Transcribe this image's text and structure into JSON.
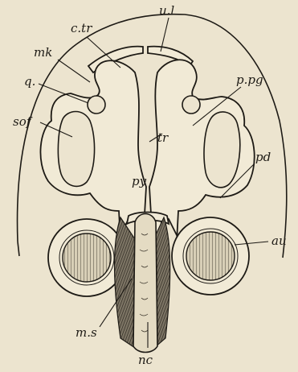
{
  "figure": {
    "labels": {
      "ul": "u.l",
      "ctr": "c.tr",
      "mk": "mk",
      "q": "q.",
      "sof": "sof",
      "ppg": "p.pg",
      "tr": "tr",
      "py": "py",
      "pd": "pd",
      "au": "au",
      "ms": "m.s",
      "nc": "nc"
    },
    "colors": {
      "ink": "#1d1a15",
      "paper": "#ece4cf",
      "cartilage": "#f1ead6"
    }
  }
}
